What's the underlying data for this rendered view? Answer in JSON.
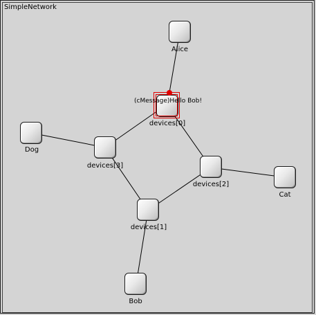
{
  "network": {
    "title": "SimpleNetwork"
  },
  "nodes": [
    {
      "id": "alice",
      "label": "Alice"
    },
    {
      "id": "devices0",
      "label": "devices[0]"
    },
    {
      "id": "dog",
      "label": "Dog"
    },
    {
      "id": "devices3",
      "label": "devices[3]"
    },
    {
      "id": "devices2",
      "label": "devices[2]"
    },
    {
      "id": "cat",
      "label": "Cat"
    },
    {
      "id": "devices1",
      "label": "devices[1]"
    },
    {
      "id": "bob",
      "label": "Bob"
    }
  ],
  "message": {
    "label": "(cMessage)Hello Bob!"
  },
  "colors": {
    "highlight": "#e00000",
    "background": "#d4d4d4"
  }
}
